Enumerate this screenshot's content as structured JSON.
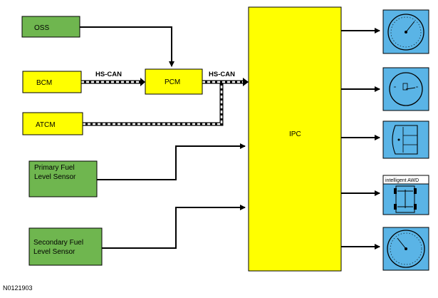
{
  "modules": {
    "oss": "OSS",
    "bcm": "BCM",
    "atcm": "ATCM",
    "pcm": "PCM",
    "ipc": "IPC",
    "primary_fuel_line1": "Primary Fuel",
    "primary_fuel_line2": "Level Sensor",
    "secondary_fuel_line1": "Secondary Fuel",
    "secondary_fuel_line2": "Level Sensor"
  },
  "buses": {
    "bcm_pcm": "HS-CAN",
    "pcm_ipc": "HS-CAN"
  },
  "gauges": {
    "awd_label": "intelligent AWD"
  },
  "figure_id": "N0121903",
  "colors": {
    "green": "#6fb64f",
    "yellow": "#ffff00",
    "gauge_blue": "#5ab4e6"
  }
}
